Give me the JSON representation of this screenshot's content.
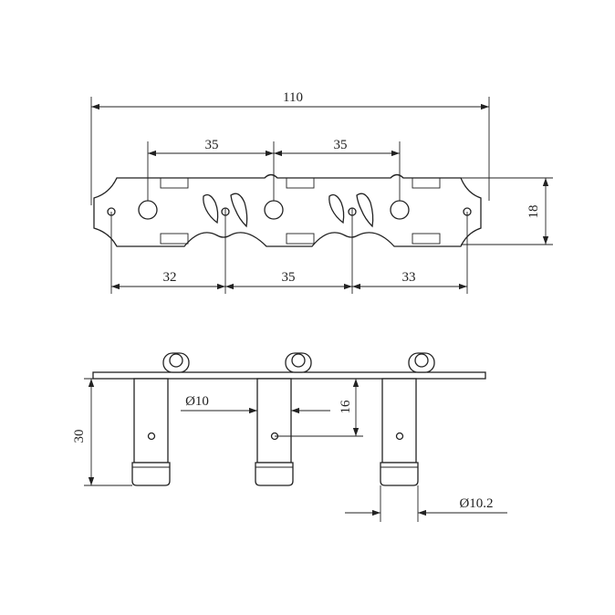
{
  "top_view": {
    "overall_length": "110",
    "hole_spacing_left": "35",
    "hole_spacing_right": "35",
    "plate_height": "18",
    "mount_spacing_1": "32",
    "mount_spacing_2": "35",
    "mount_spacing_3": "33"
  },
  "side_view": {
    "post_height": "30",
    "shaft_diameter": "Ø10",
    "gear_offset": "16",
    "bushing_diameter": "Ø10.2"
  }
}
